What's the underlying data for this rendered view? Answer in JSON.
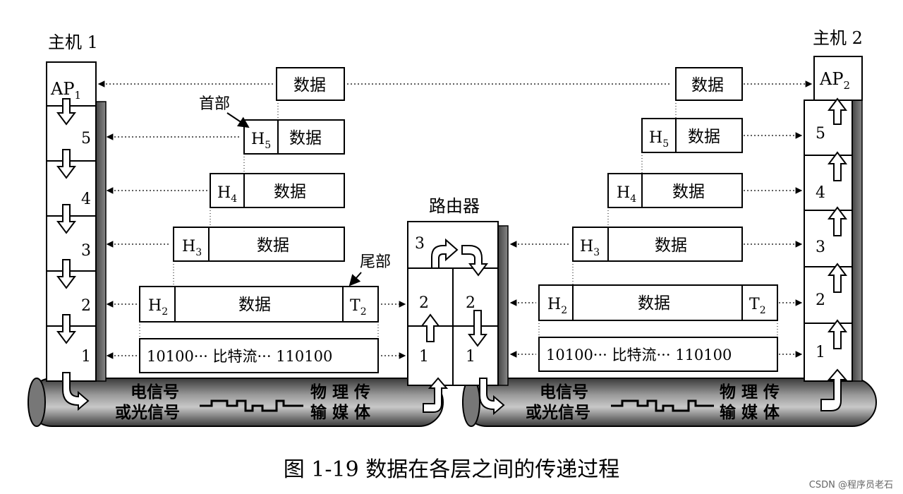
{
  "host1": {
    "title": "主机 1",
    "ap": "AP",
    "ap_sub": "1"
  },
  "host2": {
    "title": "主机 2",
    "ap": "AP",
    "ap_sub": "2"
  },
  "router": {
    "title": "路由器"
  },
  "layers": {
    "l5": "5",
    "l4": "4",
    "l3": "3",
    "l2": "2",
    "l1": "1"
  },
  "pdu": {
    "data": "数据",
    "h5": "H",
    "h5_sub": "5",
    "h4": "H",
    "h4_sub": "4",
    "h3": "H",
    "h3_sub": "3",
    "h2": "H",
    "h2_sub": "2",
    "t2": "T",
    "t2_sub": "2",
    "bits": "10100··· 比特流··· 110100"
  },
  "labels": {
    "header": "首部",
    "trailer": "尾部"
  },
  "medium": {
    "signal_line1": "电信号",
    "signal_line2": "或光信号",
    "physical_line1": "物 理 传",
    "physical_line2": "输 媒 体"
  },
  "caption": "图 1-19    数据在各层之间的传递过程",
  "watermark": "CSDN @程序员老石"
}
